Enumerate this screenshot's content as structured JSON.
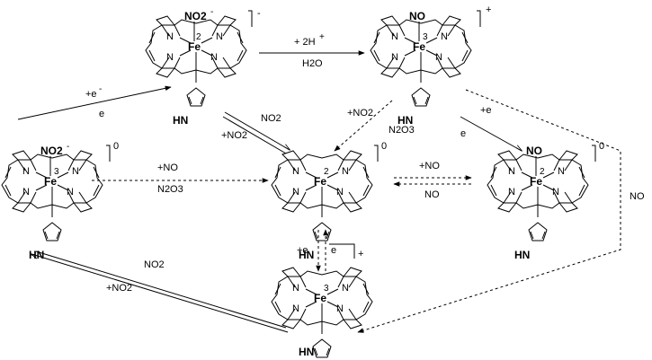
{
  "complexes": {
    "a": {
      "axial": "NO2",
      "axial_sup": "-",
      "ox": "2",
      "metal": "Fe",
      "metal_sup": "",
      "charge": "-",
      "imidazole": "HN"
    },
    "b": {
      "axial": "NO",
      "ox": "3",
      "metal": "Fe",
      "metal_sup": "",
      "charge": "+",
      "imidazole": "HN"
    },
    "c": {
      "axial": "NO2",
      "axial_sup": "-",
      "ox": "3",
      "metal": "Fe",
      "charge": "0",
      "imidazole": "HN"
    },
    "d": {
      "axial": "",
      "ox": "2",
      "metal": "Fe",
      "charge": "0",
      "imidazole": "HN"
    },
    "e": {
      "axial": "NO",
      "ox": "2",
      "metal": "Fe",
      "charge": "0",
      "imidazole": "HN"
    },
    "f": {
      "axial": "",
      "ox": "3",
      "metal": "Fe",
      "charge": "+",
      "imidazole": "HN"
    }
  },
  "pyrrole_N": "N",
  "reagents": {
    "top_plus": "+ 2H",
    "top_plus_sup": "+",
    "top_minus": "H2O",
    "left_up_plus": "+e",
    "left_up_plus_sup": "-",
    "left_up_minus": "e",
    "diag_minus_no2": "NO2",
    "diag_plus_no2": "+NO2",
    "mid_plus_no": "+NO",
    "mid_minus_n2o3": "N2O3",
    "center_plus_no2": "+NO2",
    "center_minus_n2o3": "N2O3",
    "right_plus_e": "+e",
    "right_minus_e": "e",
    "right_plus_no": "+NO",
    "right_minus_no": "NO",
    "far_right_minus_no": "NO",
    "bottom_left_minus_no2": "NO2",
    "bottom_left_plus_no2": "+NO2",
    "bottom_plus_e": "+e",
    "bottom_minus_e": "e"
  }
}
